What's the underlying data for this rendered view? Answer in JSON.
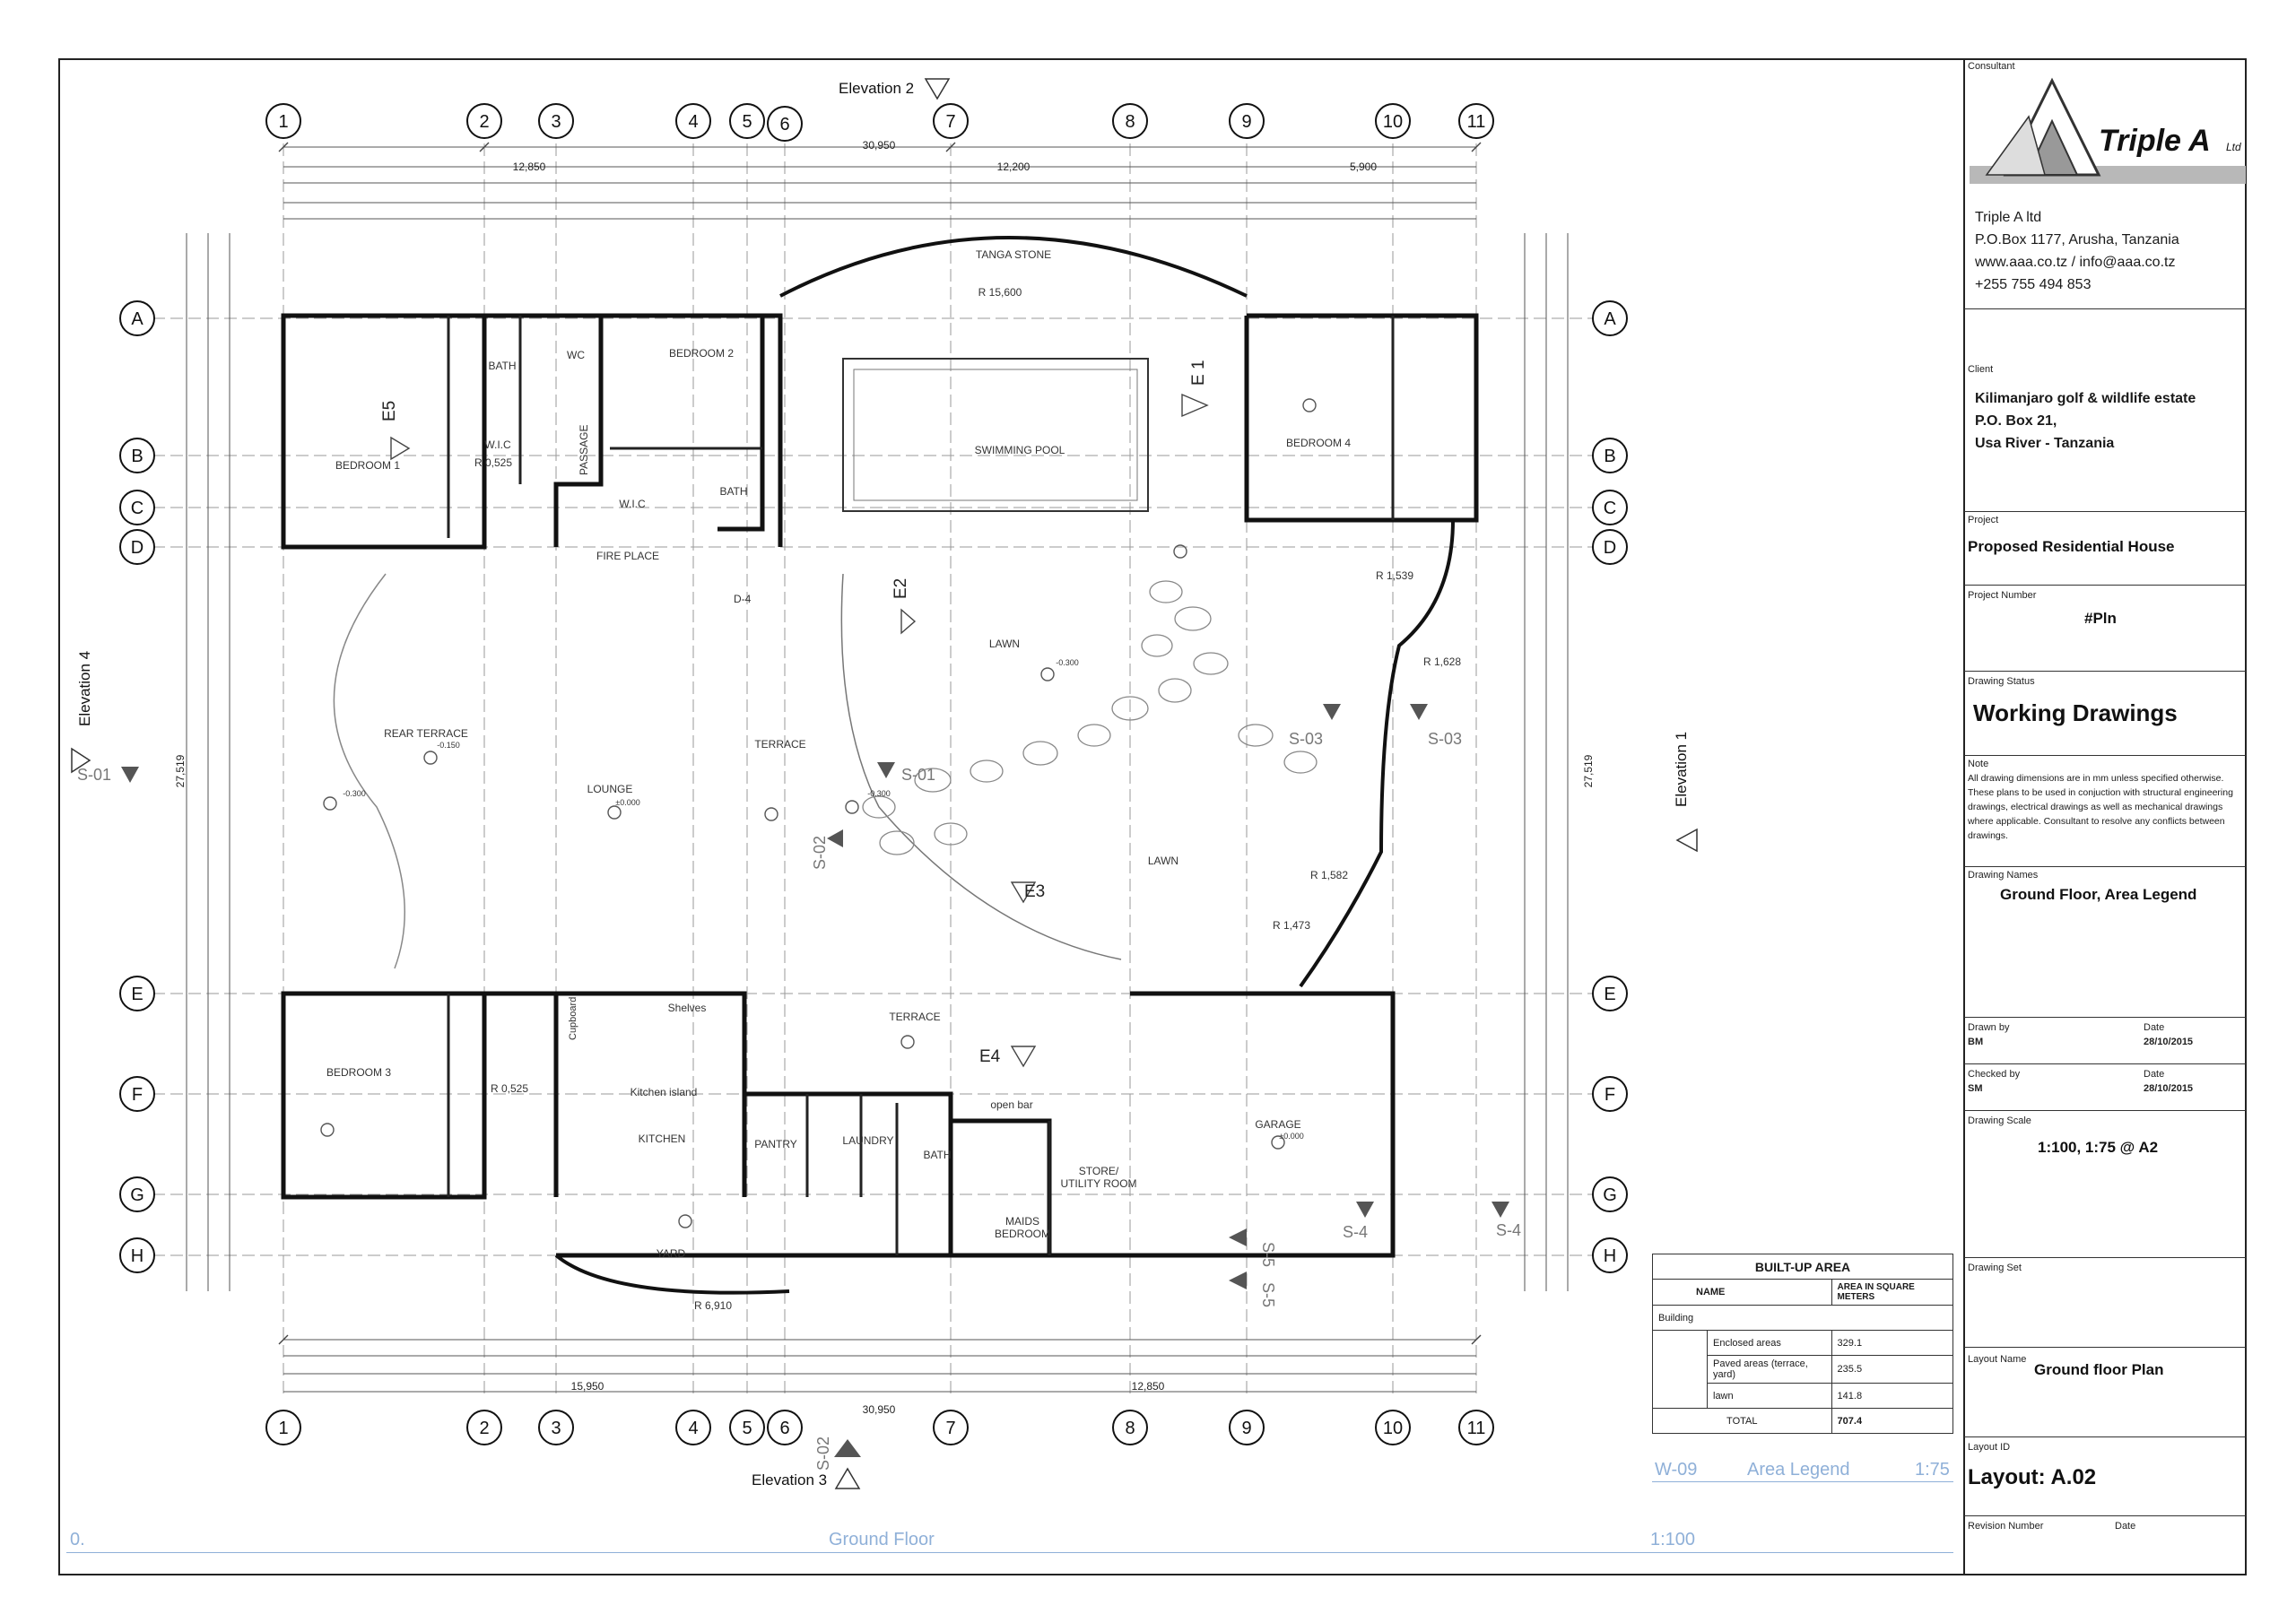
{
  "elevations": {
    "e2": "Elevation 2",
    "e3": "Elevation 3",
    "e4": "Elevation 4",
    "e1": "Elevation 1"
  },
  "grid_columns": [
    "1",
    "2",
    "3",
    "4",
    "5",
    "6",
    "7",
    "8",
    "9",
    "10",
    "11"
  ],
  "grid_rows": [
    "A",
    "B",
    "C",
    "D",
    "E",
    "F",
    "G",
    "H"
  ],
  "overall_dims": {
    "top_total": "30,950",
    "top_left": "12,850",
    "top_mid": "12,200",
    "top_right": "5,900",
    "bottom_total": "30,950",
    "bottom_left": "15,950",
    "bottom_mid": "12,850",
    "left_total": "27,519",
    "right_total": "27,519"
  },
  "rooms": {
    "bedroom1": "BEDROOM 1",
    "bedroom2": "BEDROOM 2",
    "bedroom3": "BEDROOM 3",
    "bedroom4": "BEDROOM 4",
    "bath": "BATH",
    "wc": "WC",
    "wic": "W.I.C",
    "passage": "PASSAGE",
    "fireplace": "FIRE PLACE",
    "tanga": "TANGA STONE",
    "pool": "SWIMMING POOL",
    "lawn": "LAWN",
    "rear_terrace": "REAR TERRACE",
    "lounge": "LOUNGE",
    "terrace": "TERRACE",
    "kitchen": "KITCHEN",
    "kitchen_island": "Kitchen island",
    "cupboard": "Cupboard",
    "shelves": "Shelves",
    "pantry": "PANTRY",
    "laundry": "LAUNDRY",
    "maids": "MAIDS",
    "maids2": "BEDROOM",
    "store": "STORE/",
    "store2": "UTILITY ROOM",
    "garage": "GARAGE",
    "yard": "YARD",
    "openbar": "open bar",
    "r_pool": "R 15,600",
    "r_yard": "R 6,910",
    "r1539": "R 1,539",
    "r1628": "R 1,628",
    "r1582": "R 1,582",
    "r1473": "R 1,473",
    "r0525": "R 0,525",
    "lvl000": "±0.000",
    "lvl015": "-0.150",
    "lvl030": "-0.300"
  },
  "sections": {
    "s01": "S-01",
    "s02": "S-02",
    "s03": "S-03",
    "s04": "S-4",
    "s05": "S-5",
    "e1": "E 1",
    "e2": "E2",
    "e3": "E3",
    "e4": "E4",
    "e5": "E5",
    "d4": "D-4"
  },
  "title_block": {
    "consultant_label": "Consultant",
    "logo_text": "Triple A",
    "logo_suffix": "Ltd",
    "consultant_name": "Triple A ltd",
    "consultant_box": "P.O.Box 1177, Arusha, Tanzania",
    "consultant_web": "www.aaa.co.tz / info@aaa.co.tz",
    "consultant_phone": "+255 755 494 853",
    "client_label": "Client",
    "client_1": "Kilimanjaro golf & wildlife estate",
    "client_2": "P.O. Box 21,",
    "client_3": "Usa River - Tanzania",
    "project_label": "Project",
    "project": "Proposed Residential House",
    "project_number_label": "Project Number",
    "project_number": "#Pln",
    "status_label": "Drawing Status",
    "status": "Working Drawings",
    "note_label": "Note",
    "note": "All drawing dimensions are in mm unless specified otherwise. These plans to be used in conjuction with structural engineering drawings, electrical drawings as well as mechanical drawings where applicable. Consultant to resolve any conflicts between drawings.",
    "names_label": "Drawing Names",
    "names": "Ground Floor, Area Legend",
    "drawn_label": "Drawn by",
    "drawn": "BM",
    "date_label": "Date",
    "drawn_date": "28/10/2015",
    "checked_label": "Checked by",
    "checked": "SM",
    "checked_date": "28/10/2015",
    "scale_label": "Drawing Scale",
    "scale": "1:100, 1:75 @ A2",
    "set_label": "Drawing Set",
    "layout_name_label": "Layout Name",
    "layout_name": "Ground floor Plan",
    "layout_id_label": "Layout ID",
    "layout_id": "Layout: A.02",
    "revision_label": "Revision Number",
    "revision_date_label": "Date"
  },
  "built_up_area": {
    "title": "BUILT-UP AREA",
    "col_name": "NAME",
    "col_area": "AREA IN SQUARE METERS",
    "group": "Building",
    "rows": [
      {
        "name": "Enclosed areas",
        "area": "329.1"
      },
      {
        "name": "Paved areas (terrace, yard)",
        "area": "235.5"
      },
      {
        "name": "lawn",
        "area": "141.8"
      }
    ],
    "total_label": "TOTAL",
    "total": "707.4"
  },
  "viewport_labels": {
    "area_code": "W-09",
    "area_name": "Area Legend",
    "area_scale": "1:75",
    "plan_code": "0.",
    "plan_name": "Ground Floor",
    "plan_scale": "1:100"
  }
}
